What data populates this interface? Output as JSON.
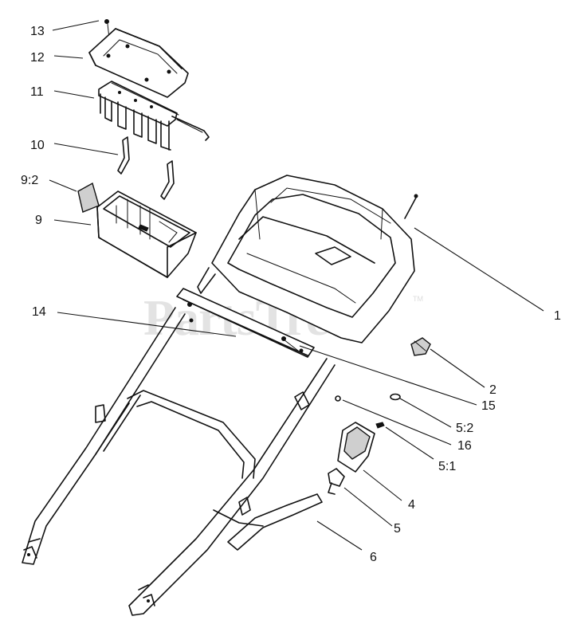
{
  "watermark": {
    "text": "PartsTree",
    "trademark": "TM"
  },
  "callouts": [
    {
      "id": "13",
      "label": "13"
    },
    {
      "id": "12",
      "label": "12"
    },
    {
      "id": "11",
      "label": "11"
    },
    {
      "id": "10",
      "label": "10"
    },
    {
      "id": "9_2",
      "label": "9:2"
    },
    {
      "id": "9",
      "label": "9"
    },
    {
      "id": "14",
      "label": "14"
    },
    {
      "id": "1",
      "label": "1"
    },
    {
      "id": "2",
      "label": "2"
    },
    {
      "id": "15",
      "label": "15"
    },
    {
      "id": "5_2",
      "label": "5:2"
    },
    {
      "id": "16",
      "label": "16"
    },
    {
      "id": "5_1",
      "label": "5:1"
    },
    {
      "id": "4",
      "label": "4"
    },
    {
      "id": "5",
      "label": "5"
    },
    {
      "id": "6",
      "label": "6"
    }
  ]
}
